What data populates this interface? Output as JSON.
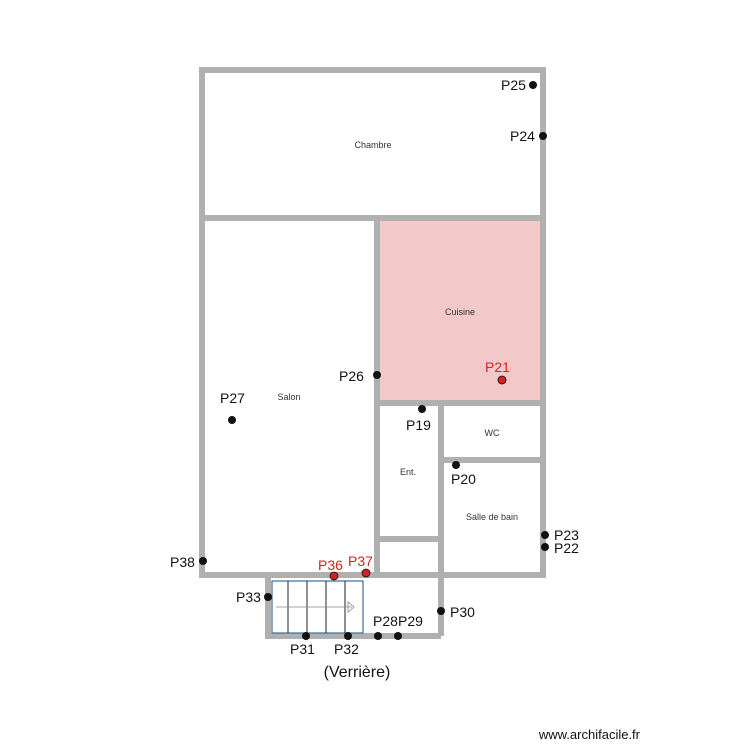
{
  "rooms": {
    "chambre": "Chambre",
    "salon": "Salon",
    "cuisine": "Cuisine",
    "wc": "WC",
    "entree": "Ent.",
    "salle_de_bain": "Salle de bain"
  },
  "points": {
    "p19": "P19",
    "p20": "P20",
    "p21": "P21",
    "p22": "P22",
    "p23": "P23",
    "p24": "P24",
    "p25": "P25",
    "p26": "P26",
    "p27": "P27",
    "p28": "P28",
    "p29": "P29",
    "p30": "P30",
    "p31": "P31",
    "p32": "P32",
    "p33": "P33",
    "p36": "P36",
    "p37": "P37",
    "p38": "P38"
  },
  "caption": "(Verrière)",
  "footer": "www.archifacile.fr",
  "colors": {
    "wall": "#b0b0b0",
    "kitchen_fill": "#f3c8c8",
    "point_black": "#111111",
    "point_red": "#d22222",
    "stair_stroke": "#3a6f9a"
  }
}
